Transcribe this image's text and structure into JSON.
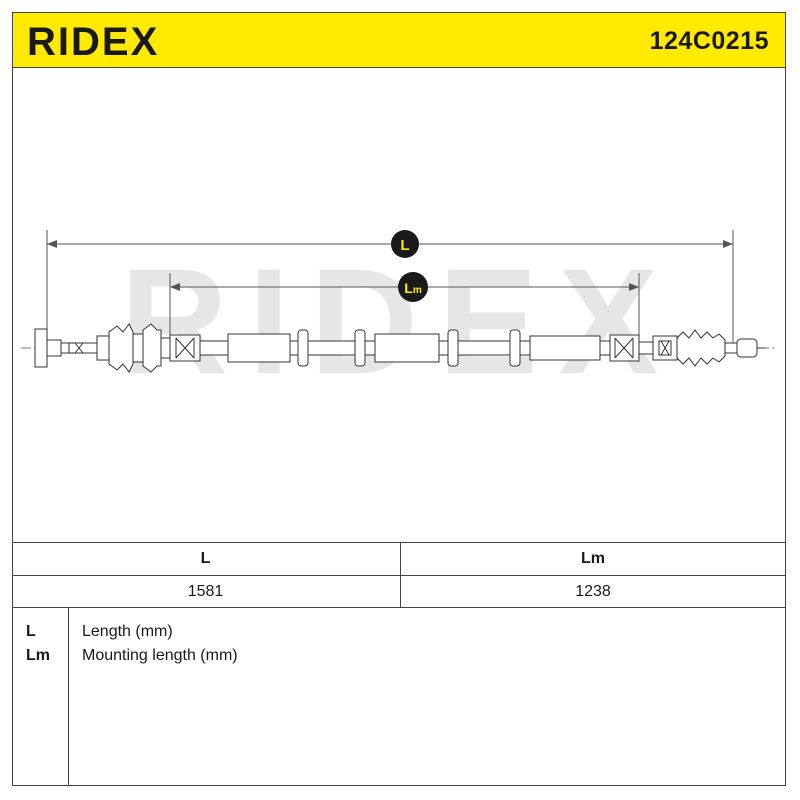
{
  "header": {
    "brand": "RIDEX",
    "part_number": "124C0215"
  },
  "drawing": {
    "watermark": "RIDEX",
    "dim_overall_label": "L",
    "dim_mounting_label_main": "L",
    "dim_mounting_label_sub": "m",
    "accent_color": "#ffea00"
  },
  "table": {
    "headers": [
      "L",
      "Lm"
    ],
    "values": [
      "1581",
      "1238"
    ]
  },
  "legend": [
    {
      "key": "L",
      "desc": "Length (mm)"
    },
    {
      "key": "Lm",
      "desc": "Mounting length (mm)"
    }
  ]
}
